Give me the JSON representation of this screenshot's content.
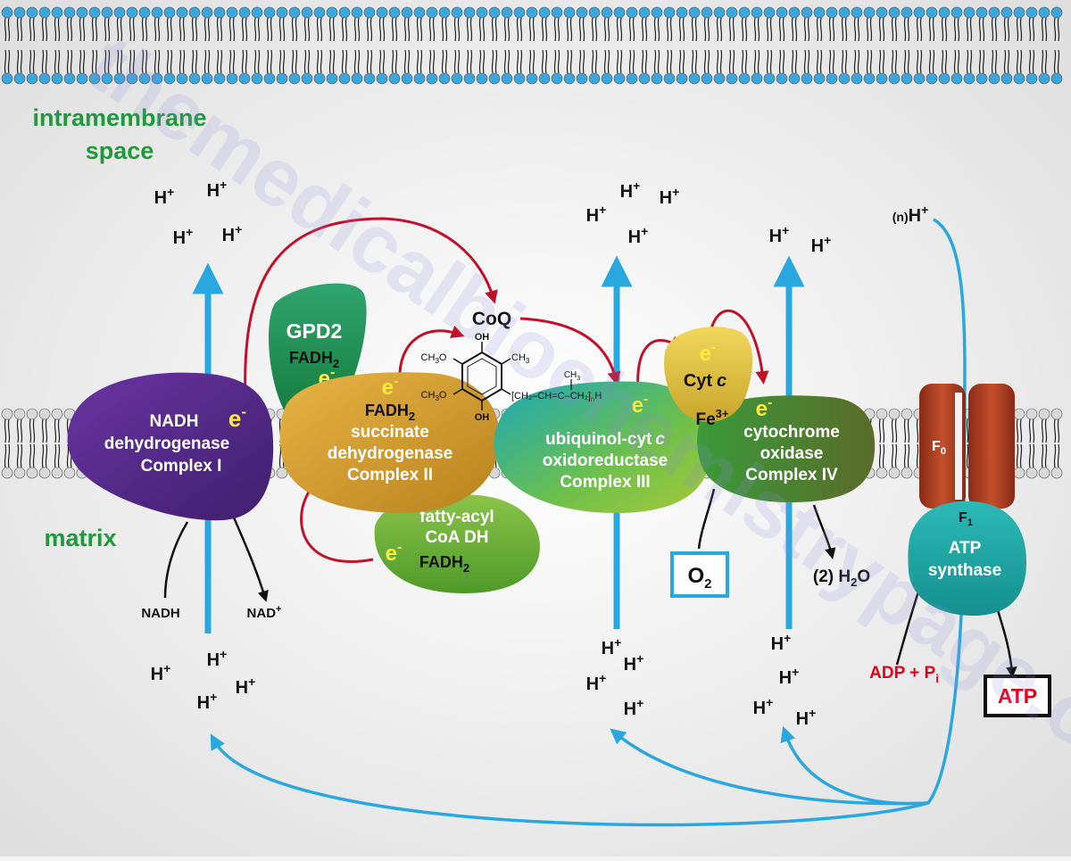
{
  "colors": {
    "proton_arrow": "#29a8e0",
    "electron_arrow": "#c0112a",
    "compartment_label": "#1e9a3b",
    "electron": "#ffeb3b",
    "complex_I": "#5b2c8f",
    "complex_II": "#d9a32e",
    "gpd2": "#1f9a57",
    "fatty_acyl": "#6fb13a",
    "complex_III": "#2ab6a0",
    "cyt_c": "#e6c94a",
    "complex_IV": "#3d8b3a",
    "atp_synthase": "#26b3b3",
    "f0": "#a03a22",
    "lipid_head": "#3aa6dc",
    "lipid_head_inner": "#d8d8d8"
  },
  "compartments": {
    "top_line1": "intramembrane",
    "top_line2": "space",
    "bottom": "matrix"
  },
  "complexes": {
    "c1": {
      "l1": "NADH",
      "l2": "dehydrogenase",
      "l3": "Complex I"
    },
    "c2": {
      "l1": "succinate",
      "l2": "dehydrogenase",
      "l3": "Complex II",
      "carrier": "FADH"
    },
    "gpd2": {
      "name": "GPD2",
      "carrier": "FADH"
    },
    "fa": {
      "l1": "fatty-acyl",
      "l2": "CoA DH",
      "carrier": "FADH"
    },
    "c3": {
      "l1": "ubiquinol-cyt",
      "l1b": "c",
      "l2": "oxidoreductase",
      "l3": "Complex III"
    },
    "cytc": {
      "l1": "Cyt",
      "l1b": "c",
      "fe": "Fe",
      "fe_charge": "3+"
    },
    "c4": {
      "l1": "cytochrome",
      "l2": "oxidase",
      "l3": "Complex IV"
    },
    "atp": {
      "l1": "ATP",
      "l2": "synthase",
      "f0": "F",
      "f0_sub": "0",
      "f1": "F",
      "f1_sub": "1"
    }
  },
  "species": {
    "electron": "e",
    "electron_sign": "-",
    "proton": "H",
    "proton_sign": "+",
    "sub2": "2",
    "nadh": "NADH",
    "nad": "NAD",
    "nad_sign": "+",
    "o2": "O",
    "water_prefix": "(2) H",
    "water_suffix": "O",
    "n_proton": "(n)",
    "adp": "ADP + P",
    "adp_sub": "i",
    "atp": "ATP",
    "coq": "CoQ"
  },
  "structure": {
    "oh": "OH",
    "ch3": "CH",
    "ch3_sub": "3",
    "ch3o": "CH",
    "ch3o_tail": "O",
    "chain": "[CH₂–CH=C–CH₂]",
    "chain_n": "n",
    "chain_h": "H"
  },
  "watermark": "themedicalbiochemistrypage.org"
}
